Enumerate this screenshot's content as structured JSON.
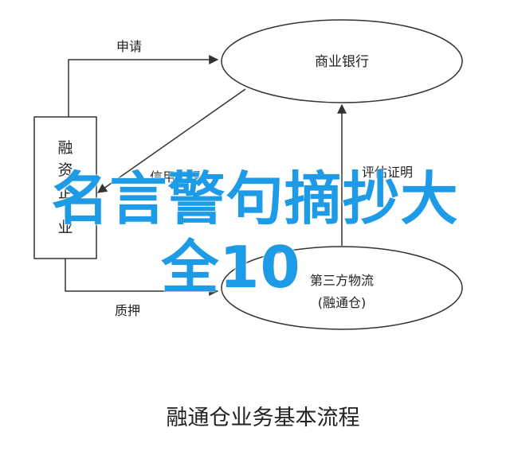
{
  "diagram": {
    "enterprise_label": "融资企业",
    "bank_label": "商业银行",
    "logistics_line1": "第三方物流",
    "logistics_line2": "(融通仓)",
    "edges": {
      "apply": "申请",
      "credit": "信用担保",
      "assess": "评估证明",
      "pledge": "质押"
    },
    "caption": "融通仓业务基本流程"
  },
  "overlay": {
    "line1": "名言警句摘抄大",
    "line2": "全10"
  },
  "colors": {
    "stroke": "#333333",
    "overlay_text": "#1e9be6"
  }
}
